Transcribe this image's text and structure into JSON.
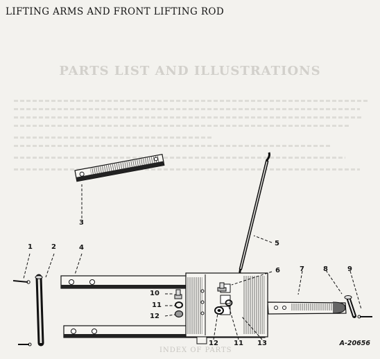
{
  "title": "LIFTING ARMS AND FRONT LIFTING ROD",
  "figure_ref": "A-20656",
  "callouts": [
    "1",
    "2",
    "3",
    "4",
    "5",
    "6",
    "7",
    "8",
    "9",
    "10",
    "11",
    "12",
    "12",
    "11",
    "13"
  ],
  "background_text": {
    "heading": "PARTS LIST AND ILLUSTRATIONS",
    "footer": "INDEX OF PARTS"
  }
}
